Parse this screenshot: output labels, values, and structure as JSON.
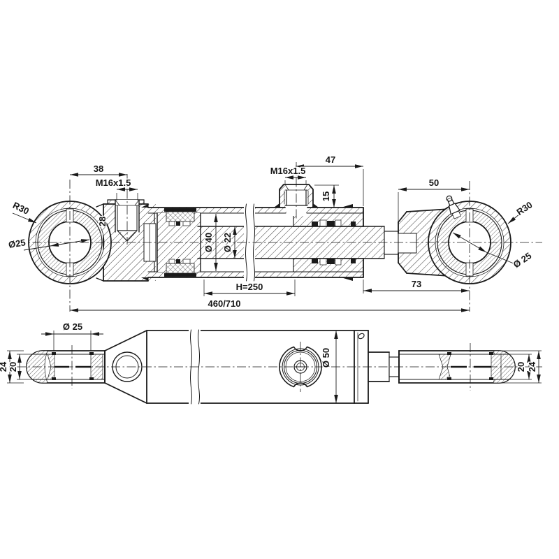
{
  "drawing": {
    "type": "hydraulic cylinder technical drawing",
    "colors": {
      "line": "#1a1a1a",
      "background": "#ffffff"
    }
  },
  "top_view": {
    "dims": {
      "d38": "38",
      "m16_left": "M16x1.5",
      "d28": "28",
      "r30_left": "R30",
      "dia25_left": "Ø25",
      "d47": "47",
      "m16_mid": "M16x1.5",
      "d15": "15",
      "d50": "50",
      "r30_right": "R30",
      "dia25_right": "Ø 25",
      "dia40": "Ø 40",
      "dia22": "Ø 22",
      "h250": "H=250",
      "d73": "73",
      "total": "460/710"
    }
  },
  "bottom_view": {
    "dims": {
      "dia25": "Ø 25",
      "d24_left": "24",
      "d20_left": "20",
      "dia50": "Ø 50",
      "d20_right": "20",
      "d24_right": "24"
    }
  }
}
